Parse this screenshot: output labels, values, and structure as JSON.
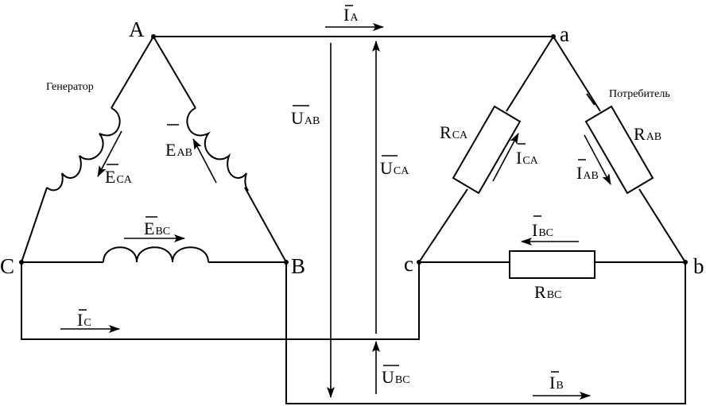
{
  "nodes": {
    "A": "A",
    "B": "B",
    "C": "C",
    "a": "a",
    "b": "b",
    "c": "c"
  },
  "captions": {
    "generator": "Генератор",
    "consumer": "Потребитель"
  },
  "symbols": {
    "I": "I",
    "U": "U",
    "E": "E",
    "R": "R",
    "sub_A": "A",
    "sub_B": "B",
    "sub_C": "C",
    "sub_AB": "AB",
    "sub_BC": "BC",
    "sub_CA": "CA"
  }
}
